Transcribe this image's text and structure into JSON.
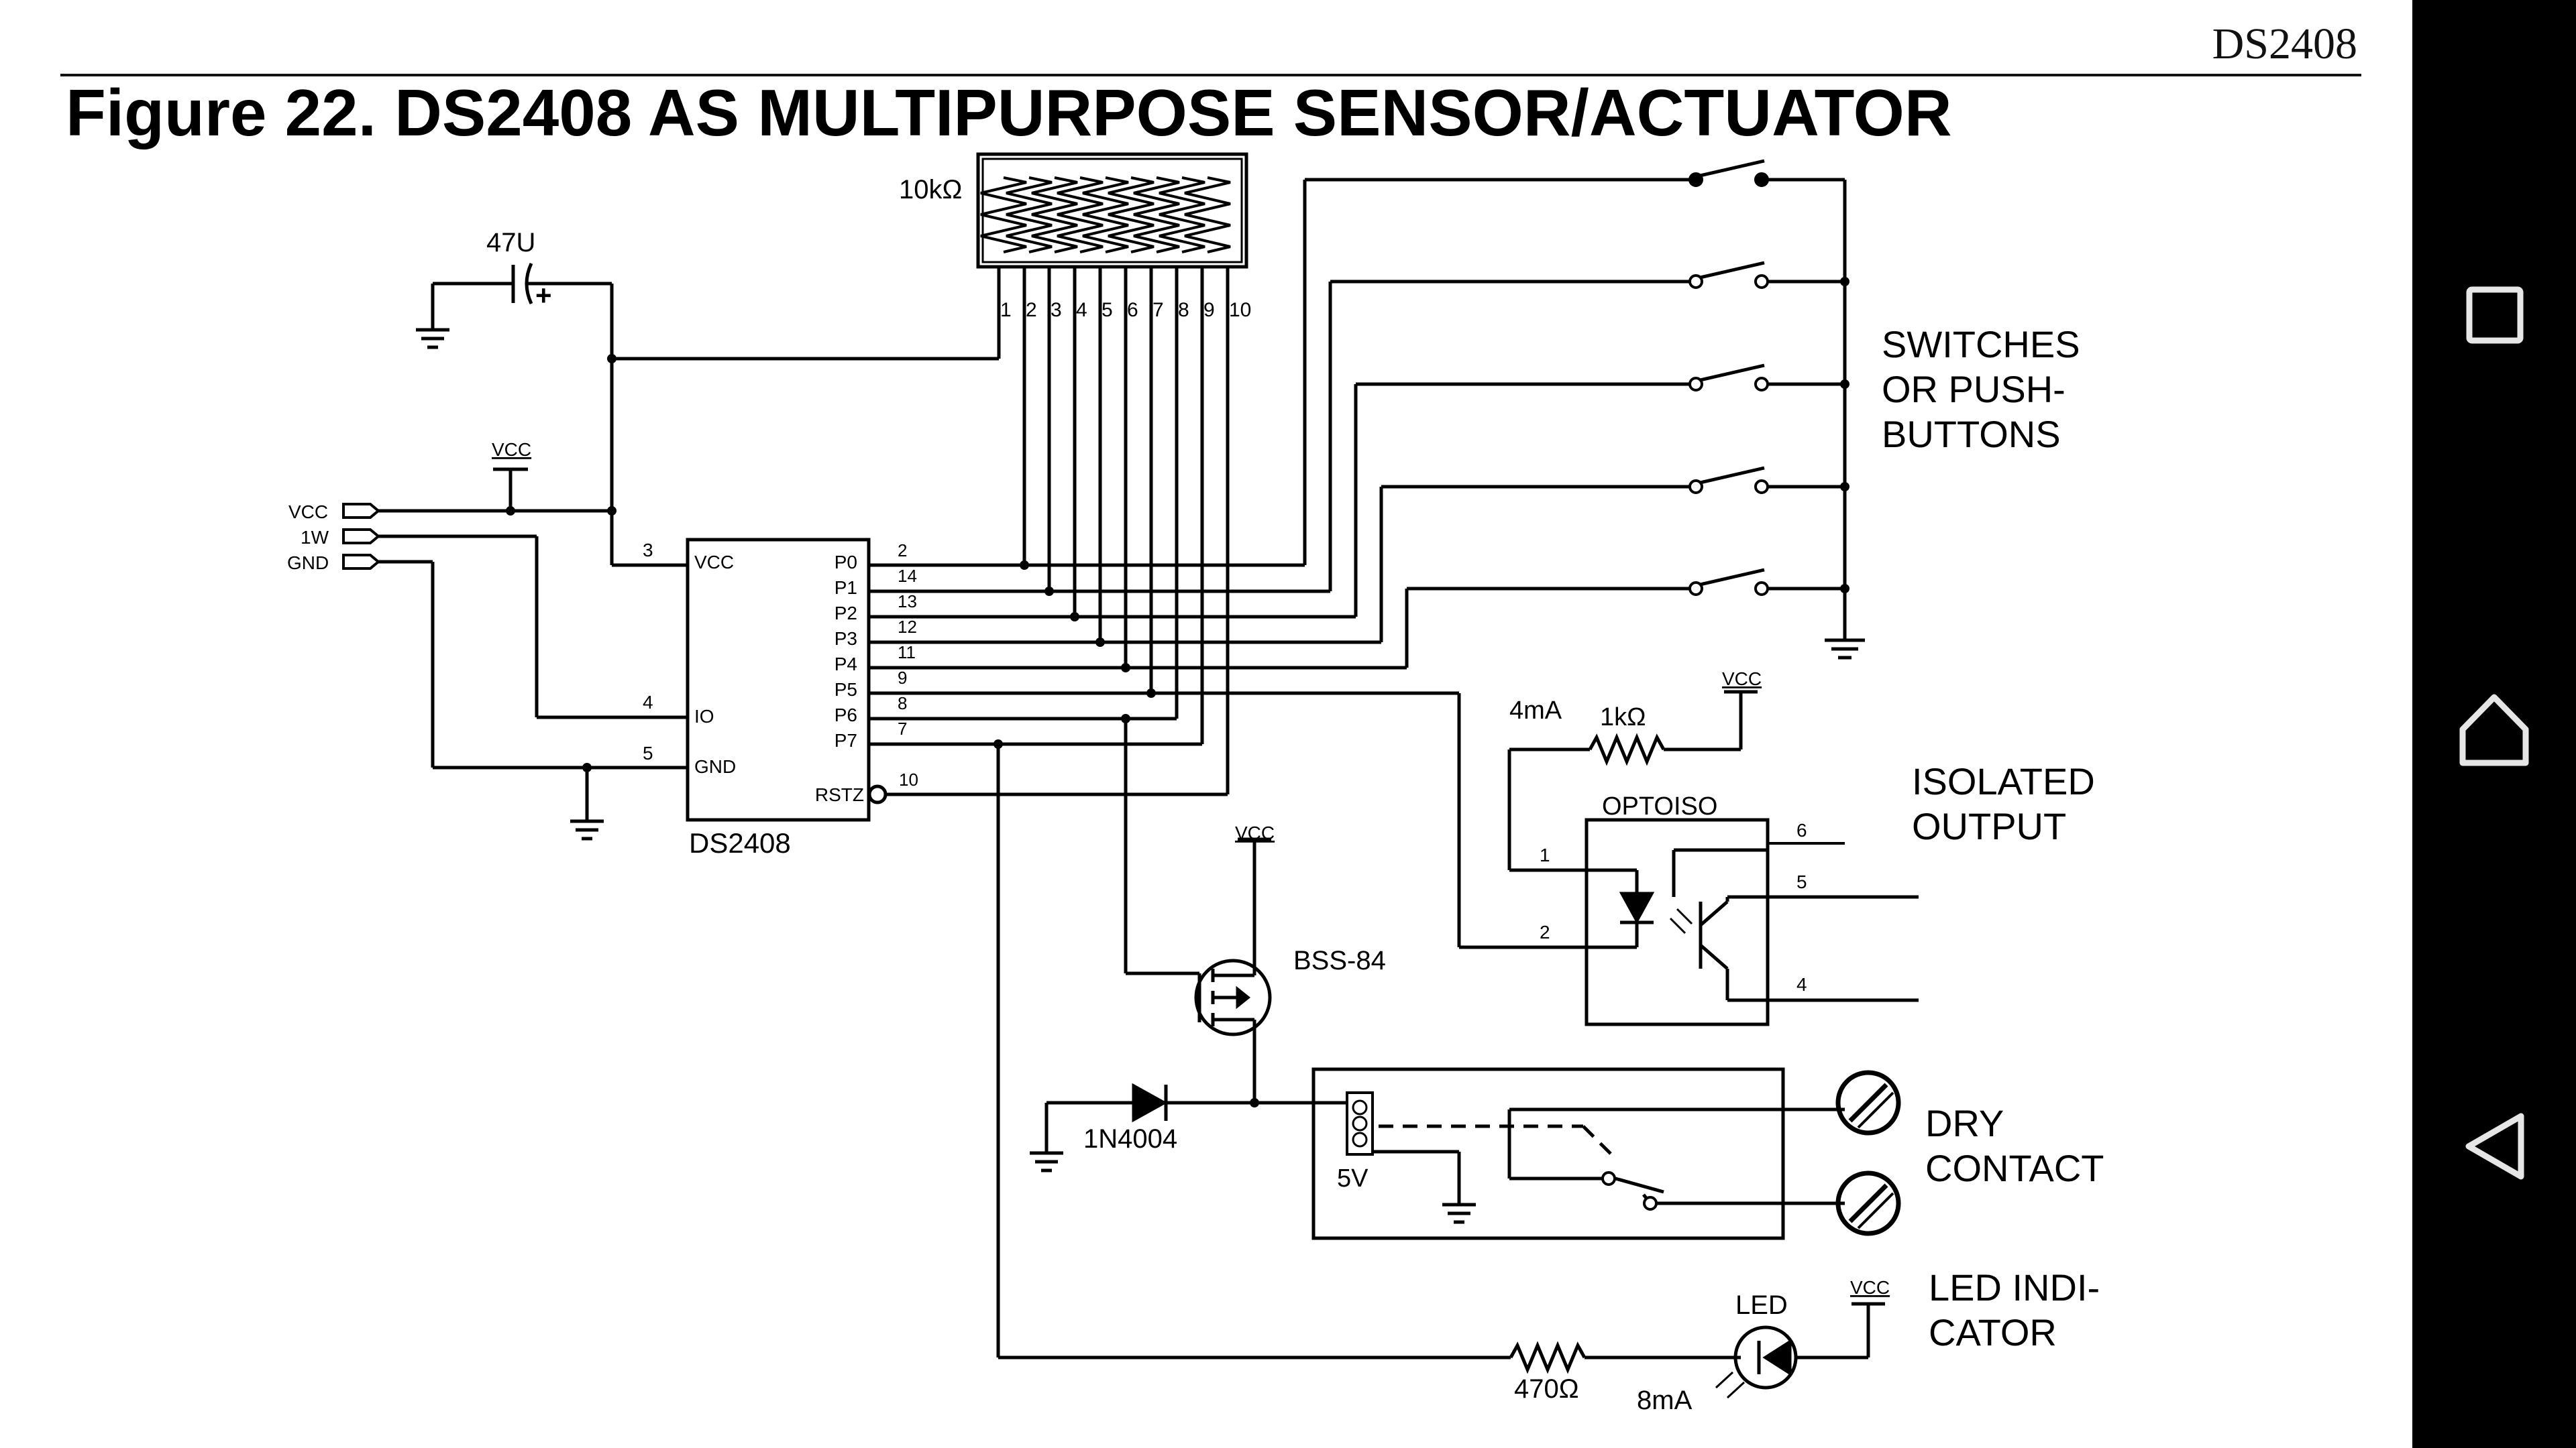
{
  "header": {
    "doc_code": "DS2408",
    "figure_title": "Figure 22. DS2408 AS MULTIPURPOSE SENSOR/ACTUATOR"
  },
  "network": {
    "label": "10kΩ",
    "pins": [
      "1",
      "2",
      "3",
      "4",
      "5",
      "6",
      "7",
      "8",
      "9",
      "10"
    ]
  },
  "capacitor": {
    "label": "47U",
    "plus": "+"
  },
  "connector": {
    "vcc": "VCC",
    "onewire": "1W",
    "gnd": "GND",
    "vcc_rail": "VCC"
  },
  "ic": {
    "name": "DS2408",
    "left_pins": [
      {
        "name": "VCC",
        "num": "3"
      },
      {
        "name": "IO",
        "num": "4"
      },
      {
        "name": "GND",
        "num": "5"
      }
    ],
    "right_pins": [
      {
        "name": "P0",
        "num": "2"
      },
      {
        "name": "P1",
        "num": "14"
      },
      {
        "name": "P2",
        "num": "13"
      },
      {
        "name": "P3",
        "num": "12"
      },
      {
        "name": "P4",
        "num": "11"
      },
      {
        "name": "P5",
        "num": "9"
      },
      {
        "name": "P6",
        "num": "8"
      },
      {
        "name": "P7",
        "num": "7"
      }
    ],
    "rstz": {
      "name": "RSTZ",
      "num": "10"
    }
  },
  "switches": {
    "label_lines": [
      "SWITCHES",
      "OR PUSH-",
      "BUTTONS"
    ]
  },
  "opto": {
    "current": "4mA",
    "resistor": "1kΩ",
    "vcc": "VCC",
    "name": "OPTOISO",
    "pins": [
      "1",
      "2",
      "6",
      "5",
      "4"
    ],
    "label_lines": [
      "ISOLATED",
      "OUTPUT"
    ]
  },
  "mosfet": {
    "vcc": "VCC",
    "name": "BSS-84"
  },
  "diode": {
    "name": "1N4004"
  },
  "relay": {
    "coil": "5V",
    "label_lines": [
      "DRY",
      "CONTACT"
    ]
  },
  "led_section": {
    "vcc": "VCC",
    "led": "LED",
    "resistor": "470Ω",
    "current": "8mA",
    "label_lines": [
      "LED INDI-",
      "CATOR"
    ]
  },
  "navigation": {
    "buttons": [
      "recents",
      "home",
      "back"
    ]
  },
  "colors": {
    "ink": "#000000",
    "navbar": "#000000",
    "nav_icon": "#e6e6e6"
  }
}
